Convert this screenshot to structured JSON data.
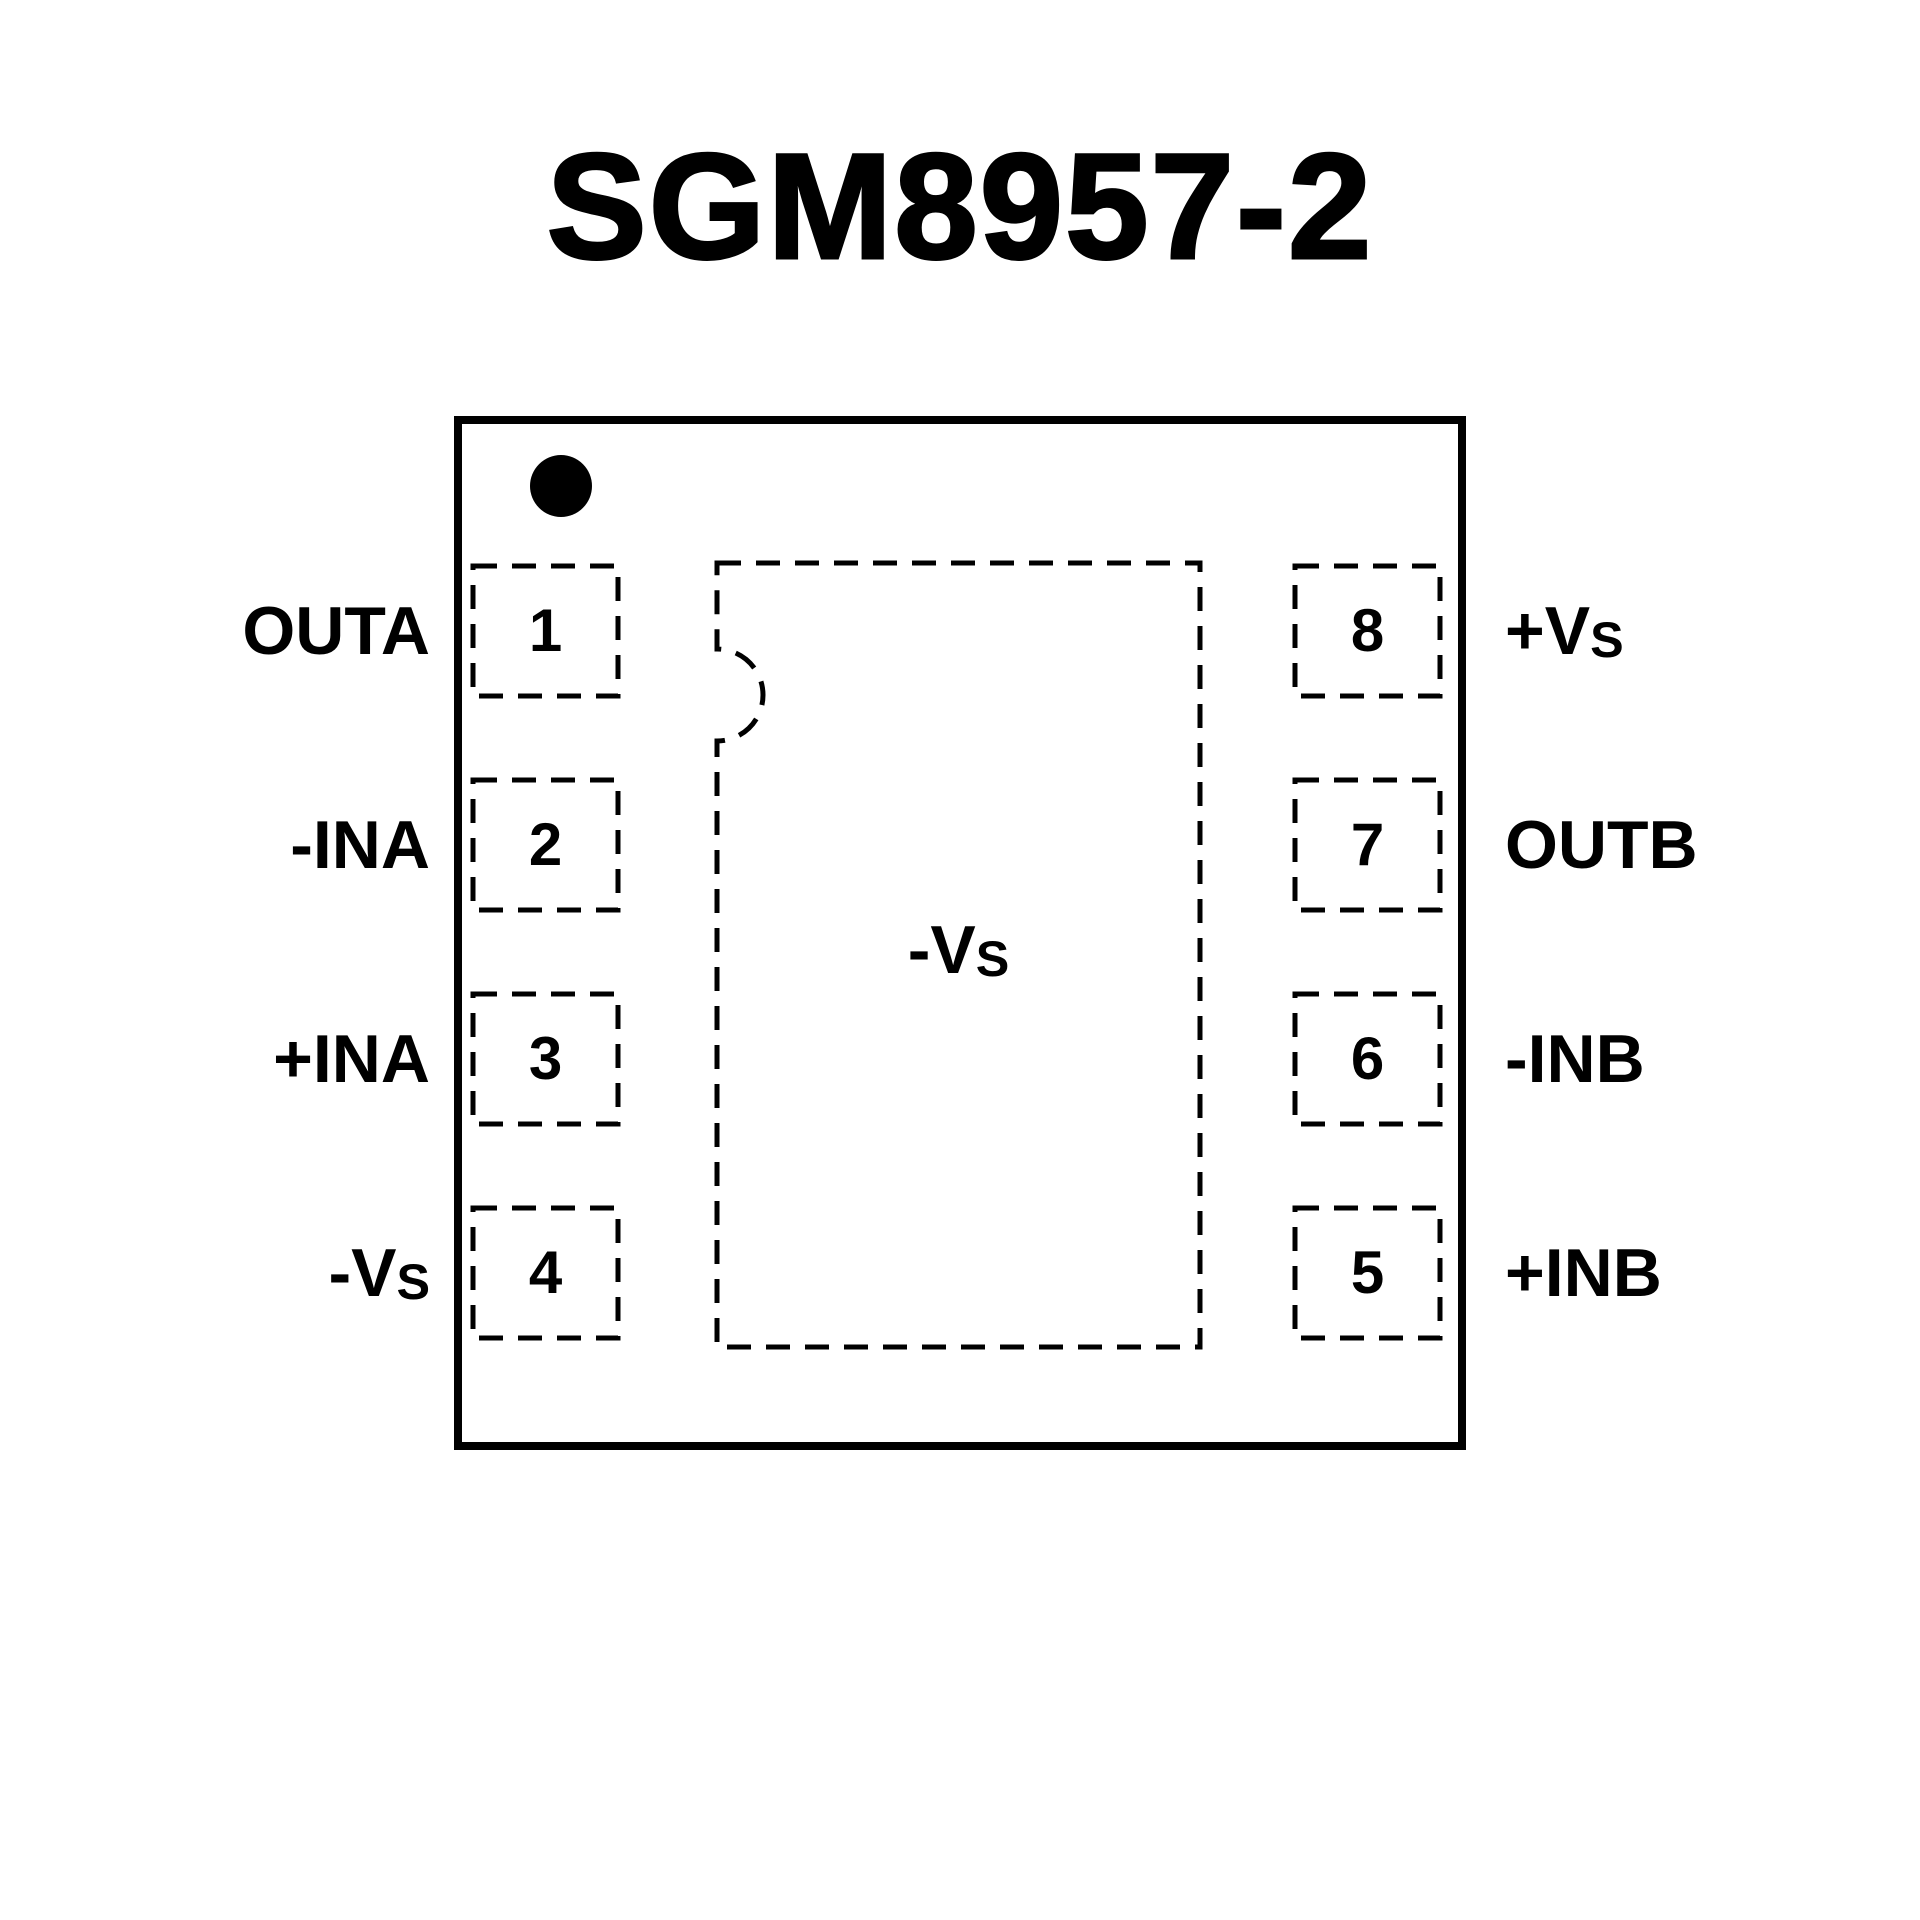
{
  "title": "SGM8957-2",
  "chip": {
    "pad": {
      "label": "-V",
      "sub": "S"
    },
    "left_pins": [
      {
        "number": "1",
        "label": "OUTA",
        "sub": ""
      },
      {
        "number": "2",
        "label": "-INA",
        "sub": ""
      },
      {
        "number": "3",
        "label": "+INA",
        "sub": ""
      },
      {
        "number": "4",
        "label": "-V",
        "sub": "S"
      }
    ],
    "right_pins": [
      {
        "number": "8",
        "label": "+V",
        "sub": "S"
      },
      {
        "number": "7",
        "label": "OUTB",
        "sub": ""
      },
      {
        "number": "6",
        "label": "-INB",
        "sub": ""
      },
      {
        "number": "5",
        "label": "+INB",
        "sub": ""
      }
    ],
    "colors": {
      "line": "#000000",
      "background": "#ffffff"
    }
  }
}
